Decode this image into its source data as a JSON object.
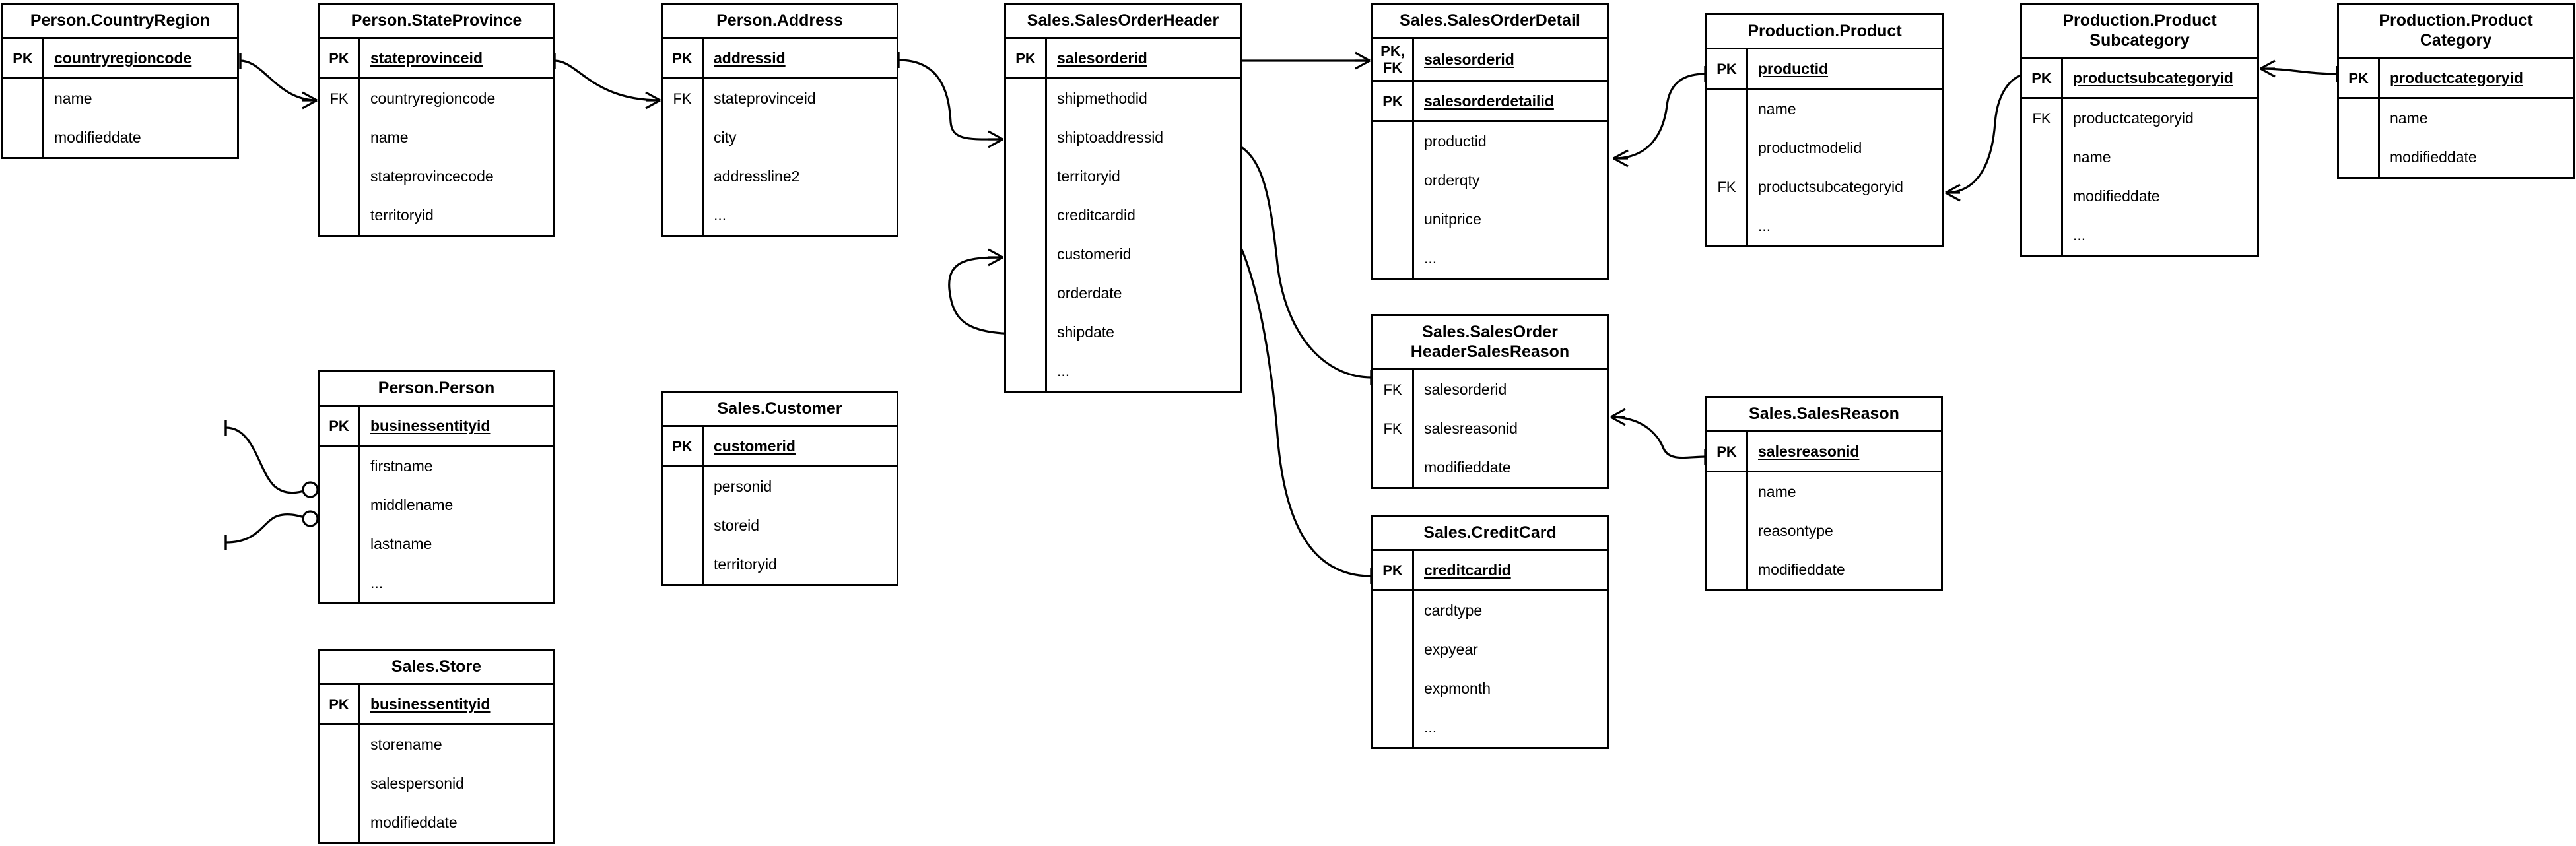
{
  "diagram": {
    "title": "AdventureWorks Sales ER Diagram",
    "notation": "crows-foot",
    "background_color": "#ffffff",
    "line_color": "#000000",
    "entity_count": 13
  },
  "entities": [
    {
      "id": "person-countryregion",
      "title": "Person.CountryRegion",
      "keys": [
        {
          "key": "PK",
          "name": "countryregioncode",
          "is_pk": true
        }
      ],
      "attributes": [
        {
          "key": "",
          "name": "name"
        },
        {
          "key": "",
          "name": "modifieddate"
        }
      ]
    },
    {
      "id": "person-stateprovince",
      "title": "Person.StateProvince",
      "keys": [
        {
          "key": "PK",
          "name": "stateprovinceid",
          "is_pk": true
        }
      ],
      "attributes": [
        {
          "key": "FK",
          "name": "countryregioncode"
        },
        {
          "key": "",
          "name": "name"
        },
        {
          "key": "",
          "name": "stateprovincecode"
        },
        {
          "key": "",
          "name": "territoryid"
        }
      ]
    },
    {
      "id": "person-address",
      "title": "Person.Address",
      "keys": [
        {
          "key": "PK",
          "name": "addressid",
          "is_pk": true
        }
      ],
      "attributes": [
        {
          "key": "FK",
          "name": "stateprovinceid"
        },
        {
          "key": "",
          "name": "city"
        },
        {
          "key": "",
          "name": "addressline2"
        },
        {
          "key": "",
          "name": "..."
        }
      ]
    },
    {
      "id": "sales-salesorderheader",
      "title": "Sales.SalesOrderHeader",
      "keys": [
        {
          "key": "PK",
          "name": "salesorderid",
          "is_pk": true
        }
      ],
      "attributes": [
        {
          "key": "",
          "name": "shipmethodid"
        },
        {
          "key": "",
          "name": "shiptoaddressid"
        },
        {
          "key": "",
          "name": "territoryid"
        },
        {
          "key": "",
          "name": "creditcardid"
        },
        {
          "key": "",
          "name": "customerid"
        },
        {
          "key": "",
          "name": "orderdate"
        },
        {
          "key": "",
          "name": "shipdate"
        },
        {
          "key": "",
          "name": "..."
        }
      ]
    },
    {
      "id": "sales-salesorderdetail",
      "title": "Sales.SalesOrderDetail",
      "keys": [
        {
          "key": "PK,\nFK",
          "name": "salesorderid",
          "is_pk": true
        },
        {
          "key": "PK",
          "name": "salesorderdetailid",
          "is_pk": true
        }
      ],
      "attributes": [
        {
          "key": "",
          "name": "productid"
        },
        {
          "key": "",
          "name": "orderqty"
        },
        {
          "key": "",
          "name": "unitprice"
        },
        {
          "key": "",
          "name": "..."
        }
      ]
    },
    {
      "id": "production-product",
      "title": "Production.Product",
      "keys": [
        {
          "key": "PK",
          "name": "productid",
          "is_pk": true
        }
      ],
      "attributes": [
        {
          "key": "",
          "name": "name"
        },
        {
          "key": "",
          "name": "productmodelid"
        },
        {
          "key": "FK",
          "name": "productsubcategoryid"
        },
        {
          "key": "",
          "name": "..."
        }
      ]
    },
    {
      "id": "production-productsubcategory",
      "title": "Production.Product\nSubcategory",
      "keys": [
        {
          "key": "PK",
          "name": "productsubcategoryid",
          "is_pk": true
        }
      ],
      "attributes": [
        {
          "key": "FK",
          "name": "productcategoryid"
        },
        {
          "key": "",
          "name": "name"
        },
        {
          "key": "",
          "name": "modifieddate"
        },
        {
          "key": "",
          "name": "..."
        }
      ]
    },
    {
      "id": "production-productcategory",
      "title": "Production.Product\nCategory",
      "keys": [
        {
          "key": "PK",
          "name": "productcategoryid",
          "is_pk": true
        }
      ],
      "attributes": [
        {
          "key": "",
          "name": "name"
        },
        {
          "key": "",
          "name": "modifieddate"
        }
      ]
    },
    {
      "id": "person-person",
      "title": "Person.Person",
      "keys": [
        {
          "key": "PK",
          "name": "businessentityid",
          "is_pk": true
        }
      ],
      "attributes": [
        {
          "key": "",
          "name": "firstname"
        },
        {
          "key": "",
          "name": "middlename"
        },
        {
          "key": "",
          "name": "lastname"
        },
        {
          "key": "",
          "name": "..."
        }
      ]
    },
    {
      "id": "sales-customer",
      "title": "Sales.Customer",
      "keys": [
        {
          "key": "PK",
          "name": "customerid",
          "is_pk": true
        }
      ],
      "attributes": [
        {
          "key": "",
          "name": "personid"
        },
        {
          "key": "",
          "name": "storeid"
        },
        {
          "key": "",
          "name": "territoryid"
        }
      ]
    },
    {
      "id": "sales-store",
      "title": "Sales.Store",
      "keys": [
        {
          "key": "PK",
          "name": "businessentityid",
          "is_pk": true
        }
      ],
      "attributes": [
        {
          "key": "",
          "name": "storename"
        },
        {
          "key": "",
          "name": "salespersonid"
        },
        {
          "key": "",
          "name": "modifieddate"
        }
      ]
    },
    {
      "id": "sales-salesorderheadersalesreason",
      "title": "Sales.SalesOrder\nHeaderSalesReason",
      "keys": [],
      "attributes": [
        {
          "key": "FK",
          "name": "salesorderid"
        },
        {
          "key": "FK",
          "name": "salesreasonid"
        },
        {
          "key": "",
          "name": "modifieddate"
        }
      ]
    },
    {
      "id": "sales-salesreason",
      "title": "Sales.SalesReason",
      "keys": [
        {
          "key": "PK",
          "name": "salesreasonid",
          "is_pk": true
        }
      ],
      "attributes": [
        {
          "key": "",
          "name": "name"
        },
        {
          "key": "",
          "name": "reasontype"
        },
        {
          "key": "",
          "name": "modifieddate"
        }
      ]
    },
    {
      "id": "sales-creditcard",
      "title": "Sales.CreditCard",
      "keys": [
        {
          "key": "PK",
          "name": "creditcardid",
          "is_pk": true
        }
      ],
      "attributes": [
        {
          "key": "",
          "name": "cardtype"
        },
        {
          "key": "",
          "name": "expyear"
        },
        {
          "key": "",
          "name": "expmonth"
        },
        {
          "key": "",
          "name": "..."
        }
      ]
    }
  ],
  "relationships": [
    {
      "id": "rel-countryregion-stateprovince",
      "from": "Person.CountryRegion",
      "from_field": "countryregioncode",
      "to": "Person.StateProvince",
      "to_field": "countryregioncode",
      "from_cardinality": "one",
      "to_cardinality": "many"
    },
    {
      "id": "rel-stateprovince-address",
      "from": "Person.StateProvince",
      "from_field": "stateprovinceid",
      "to": "Person.Address",
      "to_field": "stateprovinceid",
      "from_cardinality": "one",
      "to_cardinality": "many"
    },
    {
      "id": "rel-address-salesorderheader",
      "from": "Person.Address",
      "from_field": "addressid",
      "to": "Sales.SalesOrderHeader",
      "to_field": "shiptoaddressid",
      "from_cardinality": "one",
      "to_cardinality": "many"
    },
    {
      "id": "rel-customer-salesorderheader",
      "from": "Sales.Customer",
      "from_field": "customerid",
      "to": "Sales.SalesOrderHeader",
      "to_field": "customerid",
      "from_cardinality": "one",
      "to_cardinality": "many"
    },
    {
      "id": "rel-person-customer",
      "from": "Person.Person",
      "from_field": "businessentityid",
      "to": "Sales.Customer",
      "to_field": "personid",
      "from_cardinality": "one",
      "to_cardinality": "zero-or-one"
    },
    {
      "id": "rel-store-customer",
      "from": "Sales.Store",
      "from_field": "businessentityid",
      "to": "Sales.Customer",
      "to_field": "storeid",
      "from_cardinality": "one",
      "to_cardinality": "zero-or-one"
    },
    {
      "id": "rel-salesorderheader-salesorderdetail",
      "from": "Sales.SalesOrderHeader",
      "from_field": "salesorderid",
      "to": "Sales.SalesOrderDetail",
      "to_field": "salesorderid",
      "from_cardinality": "one",
      "to_cardinality": "many"
    },
    {
      "id": "rel-salesorderdetail-product",
      "from": "Sales.SalesOrderDetail",
      "from_field": "productid",
      "to": "Production.Product",
      "to_field": "productid",
      "from_cardinality": "many",
      "to_cardinality": "one"
    },
    {
      "id": "rel-product-productsubcategory",
      "from": "Production.Product",
      "from_field": "productsubcategoryid",
      "to": "Production.ProductSubcategory",
      "to_field": "productsubcategoryid",
      "from_cardinality": "many",
      "to_cardinality": "one"
    },
    {
      "id": "rel-productsubcategory-productcategory",
      "from": "Production.ProductSubcategory",
      "from_field": "productcategoryid",
      "to": "Production.ProductCategory",
      "to_field": "productcategoryid",
      "from_cardinality": "many",
      "to_cardinality": "one"
    },
    {
      "id": "rel-salesorderheader-salesreasonbridge",
      "from": "Sales.SalesOrderHeader",
      "from_field": "salesorderid",
      "to": "Sales.SalesOrderHeaderSalesReason",
      "to_field": "salesorderid",
      "from_cardinality": "one",
      "to_cardinality": "many"
    },
    {
      "id": "rel-salesreasonbridge-salesreason",
      "from": "Sales.SalesOrderHeaderSalesReason",
      "from_field": "salesreasonid",
      "to": "Sales.SalesReason",
      "to_field": "salesreasonid",
      "from_cardinality": "many",
      "to_cardinality": "one"
    },
    {
      "id": "rel-creditcard-salesorderheader",
      "from": "Sales.CreditCard",
      "from_field": "creditcardid",
      "to": "Sales.SalesOrderHeader",
      "to_field": "creditcardid",
      "from_cardinality": "one",
      "to_cardinality": "many"
    }
  ]
}
